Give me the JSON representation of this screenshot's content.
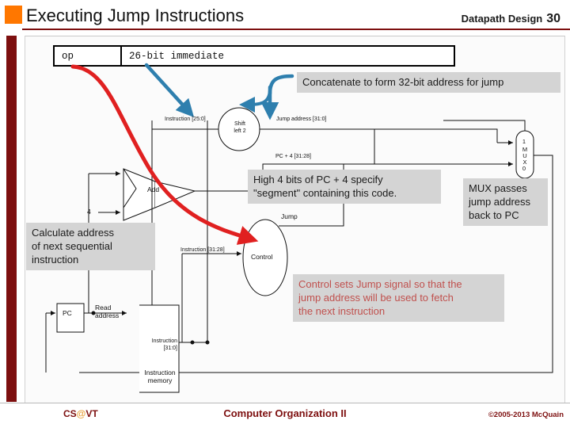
{
  "header": {
    "title": "Executing Jump Instructions",
    "subtitle": "Datapath Design",
    "slide_number": "30",
    "accent_color": "#FF7700",
    "bar_color": "#7d0f0f"
  },
  "instruction_format": {
    "fields": [
      {
        "label": "op"
      },
      {
        "label": "26-bit immediate"
      }
    ]
  },
  "callouts": {
    "concatenate": "Concatenate to form 32-bit address for jump",
    "high4": "High 4 bits of PC + 4 specify\n\"segment\" containing this code.",
    "mux_passes": "MUX passes\njump address\nback to PC",
    "calculate": "Calculate address\nof next sequential\ninstruction",
    "control_sets": "Control sets Jump signal so that the\njump address will be used to fetch\nthe next instruction",
    "control_sets_color": "#C0504D"
  },
  "diagram": {
    "labels": {
      "instruction_25_0": "Instruction [25:0]",
      "shift_left_2": "Shift\nleft 2",
      "jump_address_31_0": "Jump address [31:0]",
      "pc_plus_4_31_28": "PC + 4 [31:28]",
      "add": "Add",
      "four": "4",
      "jump": "Jump",
      "instruction_31_28": "Instruction [31:28]",
      "control": "Control",
      "pc": "PC",
      "read_address": "Read\naddress",
      "instruction_31_0": "Instruction\n[31:0]",
      "instruction_memory": "Instruction\nmemory",
      "mux_one": "1",
      "mux_label": "M\nU\nX",
      "mux_zero": "0"
    },
    "arrow_colors": {
      "blue": "#2E7FAE",
      "red": "#E02020"
    }
  },
  "footer": {
    "logo_prefix": "CS",
    "logo_at": "@",
    "logo_suffix": "VT",
    "center": "Computer Organization II",
    "copyright": "©2005-2013 McQuain"
  }
}
